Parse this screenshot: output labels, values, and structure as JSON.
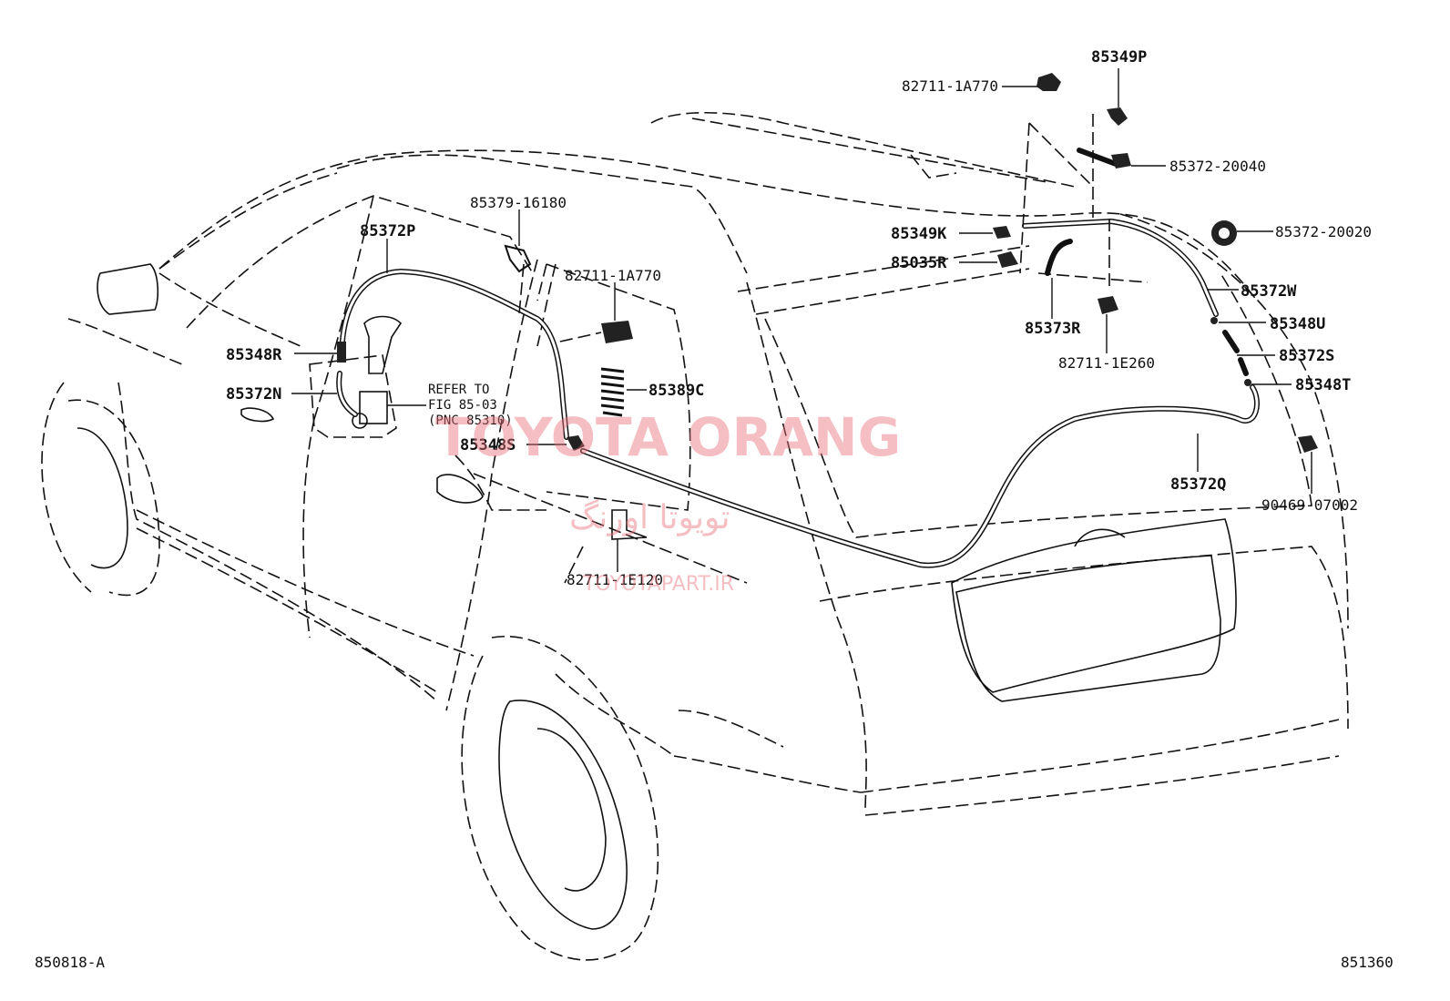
{
  "diagram": {
    "parts": {
      "p_82711_1A770_top": "82711-1A770",
      "p_85349P": "85349P",
      "p_85372_20040": "85372-20040",
      "p_85379_16180": "85379-16180",
      "p_85372P": "85372P",
      "p_82711_1A770_mid": "82711-1A770",
      "p_85349K": "85349K",
      "p_85372_20020": "85372-20020",
      "p_85035R": "85035R",
      "p_85372W": "85372W",
      "p_85373R": "85373R",
      "p_85348U": "85348U",
      "p_85348R": "85348R",
      "p_85372S": "85372S",
      "p_82711_1E260": "82711-1E260",
      "p_85372N": "85372N",
      "p_85389C": "85389C",
      "p_85348T": "85348T",
      "p_85348S": "85348S",
      "p_85372Q": "85372Q",
      "p_90469_07002": "90469-07002",
      "p_82711_1E120": "82711-1E120"
    },
    "refer": {
      "line1": "REFER TO",
      "line2": "FIG 85-03",
      "line3": "(PNC 85310)"
    },
    "codes": {
      "left": "850818-A",
      "right": "851360"
    },
    "watermark": {
      "main": "TOYOTA ORANG",
      "persian": "تویوتا اورنگ",
      "site": "TOYOTAPART.IR"
    }
  }
}
